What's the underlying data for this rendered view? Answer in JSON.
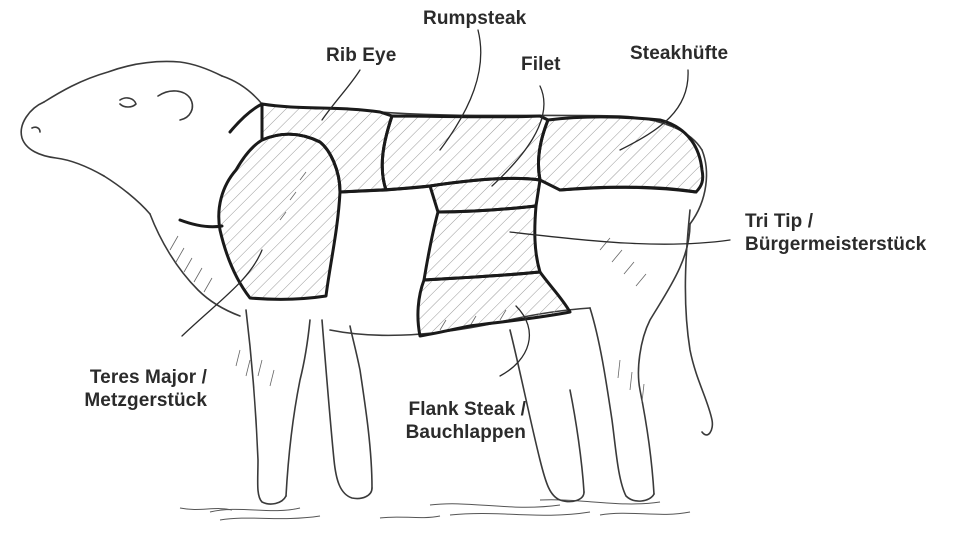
{
  "diagram": {
    "labels": {
      "rumpsteak": "Rumpsteak",
      "rib_eye": "Rib Eye",
      "filet": "Filet",
      "steakhuefte": "Steakhüfte",
      "tri_tip_line1": "Tri Tip /",
      "tri_tip_line2": "Bürgermeisterstück",
      "teres_major_line1": "Teres Major /",
      "teres_major_line2": "Metzgerstück",
      "flank_line1": "Flank Steak /",
      "flank_line2": "Bauchlappen"
    }
  },
  "colors": {
    "outline": "#1a1a1a",
    "sketch": "#444444",
    "hatch": "#8a8a8a",
    "label": "#2b2b2b"
  }
}
